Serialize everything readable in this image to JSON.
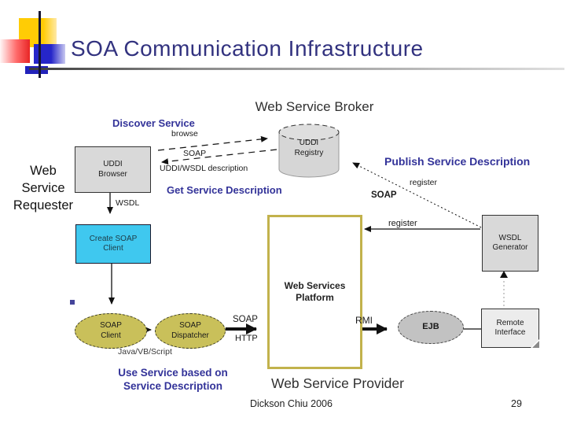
{
  "slide": {
    "title": "SOA Communication Infrastructure",
    "footer_author": "Dickson Chiu 2006",
    "page_number": "29"
  },
  "roles": {
    "broker": "Web Service Broker",
    "provider": "Web Service Provider",
    "requester_line1": "Web",
    "requester_line2": "Service",
    "requester_line3": "Requester"
  },
  "actions": {
    "discover": "Discover Service",
    "get_description": "Get Service Description",
    "publish": "Publish Service Description",
    "use_service_line1": "Use Service based on",
    "use_service_line2": "Service Description"
  },
  "nodes": {
    "uddi_browser": "UDDI Browser",
    "uddi_registry": "UDDI Registry",
    "create_soap_client": "Create SOAP Client",
    "soap_client": "SOAP Client",
    "soap_dispatcher": "SOAP Dispatcher",
    "web_services_platform": "Web Services Platform",
    "wsdl_generator": "WSDL Generator",
    "ejb": "EJB",
    "remote_interface": "Remote Interface"
  },
  "edge_labels": {
    "browse": "browse",
    "soap_discover": "SOAP",
    "uddi_wsdl_description": "UDDI/WSDL description",
    "wsdl": "WSDL",
    "java_vb_script": "Java/VB/Script",
    "soap_transport": "SOAP",
    "http": "HTTP",
    "register_publish": "register",
    "soap_publish": "SOAP",
    "register_generator": "register",
    "rmi": "RMI"
  },
  "colors": {
    "title_blue": "#32327F",
    "label_blue": "#333399",
    "box_gray": "#D9D9D9",
    "cyan_box": "#3FC8EF",
    "olive_ellipse": "#C9C05A",
    "platform_border": "#C2B24C",
    "ejb_gray": "#C2C2C2",
    "note_gray": "#ECECEC",
    "deco_yellow": "#FFCC05",
    "deco_red": "#E82525",
    "deco_blue": "#2626C9"
  }
}
